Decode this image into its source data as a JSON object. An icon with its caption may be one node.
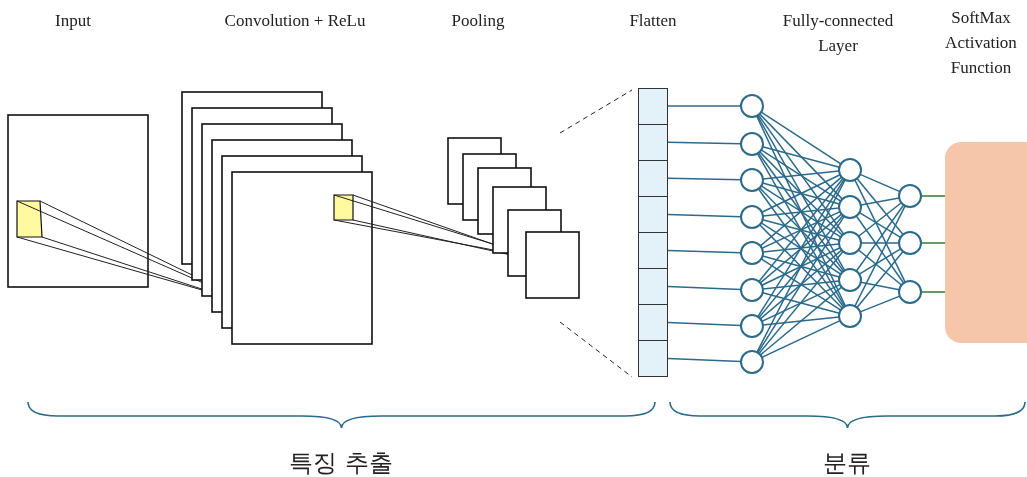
{
  "diagram": {
    "nodes": [
      {
        "text": [],
        "shape": "box"
      },
      {
        "text": [],
        "shape": "box"
      },
      {
        "text": [],
        "shape": "box"
      },
      {
        "text": [],
        "shape": "box"
      },
      {
        "text": [],
        "shape": "box"
      },
      {
        "text": [],
        "shape": "box"
      },
      {
        "text": [],
        "shape": "box"
      },
      {
        "text": [],
        "shape": "box"
      },
      {
        "text": [],
        "shape": "circle"
      },
      {
        "text": [],
        "shape": "circle"
      },
      {
        "text": [],
        "shape": "circle"
      },
      {
        "text": [],
        "shape": "circle"
      },
      {
        "text": [],
        "shape": "circle"
      },
      {
        "text": [],
        "shape": "circle"
      },
      {
        "text": [],
        "shape": "circle"
      },
      {
        "text": [],
        "shape": "circle"
      },
      {
        "text": [],
        "shape": "circle"
      },
      {
        "text": [],
        "shape": "circle"
      },
      {
        "text": [],
        "shape": "circle"
      },
      {
        "text": [],
        "shape": "circle"
      },
      {
        "text": [],
        "shape": "circle"
      },
      {
        "text": [],
        "shape": "circle"
      },
      {
        "text": [],
        "shape": "circle"
      },
      {
        "text": [],
        "shape": "circle"
      },
      {
        "text": [
          "SoftMax Activation Function"
        ]
      }
    ],
    "edges": [
      {
        "from": 0,
        "to": 8,
        "arrow": "none"
      },
      {
        "from": 1,
        "to": 9,
        "arrow": "none"
      },
      {
        "from": 2,
        "to": 10,
        "arrow": "none"
      },
      {
        "from": 3,
        "to": 11,
        "arrow": "none"
      },
      {
        "from": 4,
        "to": 12,
        "arrow": "none"
      },
      {
        "from": 5,
        "to": 13,
        "arrow": "none"
      },
      {
        "from": 6,
        "to": 14,
        "arrow": "none"
      },
      {
        "from": 7,
        "to": 15,
        "arrow": "none"
      },
      {
        "from": 8,
        "to": 16,
        "arrow": "none"
      },
      {
        "from": 8,
        "to": 17,
        "arrow": "none"
      },
      {
        "from": 8,
        "to": 18,
        "arrow": "none"
      },
      {
        "from": 8,
        "to": 19,
        "arrow": "none"
      },
      {
        "from": 8,
        "to": 20,
        "arrow": "none"
      },
      {
        "from": 9,
        "to": 16,
        "arrow": "none"
      },
      {
        "from": 9,
        "to": 17,
        "arrow": "none"
      },
      {
        "from": 9,
        "to": 18,
        "arrow": "none"
      },
      {
        "from": 9,
        "to": 19,
        "arrow": "none"
      },
      {
        "from": 9,
        "to": 20,
        "arrow": "none"
      },
      {
        "from": 10,
        "to": 16,
        "arrow": "none"
      },
      {
        "from": 10,
        "to": 17,
        "arrow": "none"
      },
      {
        "from": 10,
        "to": 18,
        "arrow": "none"
      },
      {
        "from": 10,
        "to": 19,
        "arrow": "none"
      },
      {
        "from": 10,
        "to": 20,
        "arrow": "none"
      },
      {
        "from": 11,
        "to": 16,
        "arrow": "none"
      },
      {
        "from": 11,
        "to": 17,
        "arrow": "none"
      },
      {
        "from": 11,
        "to": 18,
        "arrow": "none"
      },
      {
        "from": 11,
        "to": 19,
        "arrow": "none"
      },
      {
        "from": 11,
        "to": 20,
        "arrow": "none"
      },
      {
        "from": 12,
        "to": 16,
        "arrow": "none"
      },
      {
        "from": 12,
        "to": 17,
        "arrow": "none"
      },
      {
        "from": 12,
        "to": 18,
        "arrow": "none"
      },
      {
        "from": 12,
        "to": 19,
        "arrow": "none"
      },
      {
        "from": 12,
        "to": 20,
        "arrow": "none"
      },
      {
        "from": 13,
        "to": 16,
        "arrow": "none"
      },
      {
        "from": 13,
        "to": 17,
        "arrow": "none"
      },
      {
        "from": 13,
        "to": 18,
        "arrow": "none"
      },
      {
        "from": 13,
        "to": 19,
        "arrow": "none"
      },
      {
        "from": 13,
        "to": 20,
        "arrow": "none"
      },
      {
        "from": 14,
        "to": 16,
        "arrow": "none"
      },
      {
        "from": 14,
        "to": 17,
        "arrow": "none"
      },
      {
        "from": 14,
        "to": 18,
        "arrow": "none"
      },
      {
        "from": 14,
        "to": 19,
        "arrow": "none"
      },
      {
        "from": 14,
        "to": 20,
        "arrow": "none"
      },
      {
        "from": 15,
        "to": 16,
        "arrow": "none"
      },
      {
        "from": 15,
        "to": 17,
        "arrow": "none"
      },
      {
        "from": 15,
        "to": 18,
        "arrow": "none"
      },
      {
        "from": 15,
        "to": 19,
        "arrow": "none"
      },
      {
        "from": 15,
        "to": 20,
        "arrow": "none"
      },
      {
        "from": 16,
        "to": 21,
        "arrow": "none"
      },
      {
        "from": 16,
        "to": 22,
        "arrow": "none"
      },
      {
        "from": 16,
        "to": 23,
        "arrow": "none"
      },
      {
        "from": 17,
        "to": 21,
        "arrow": "none"
      },
      {
        "from": 17,
        "to": 22,
        "arrow": "none"
      },
      {
        "from": 17,
        "to": 23,
        "arrow": "none"
      },
      {
        "from": 18,
        "to": 21,
        "arrow": "none"
      },
      {
        "from": 18,
        "to": 22,
        "arrow": "none"
      },
      {
        "from": 18,
        "to": 23,
        "arrow": "none"
      },
      {
        "from": 19,
        "to": 21,
        "arrow": "none"
      },
      {
        "from": 19,
        "to": 22,
        "arrow": "none"
      },
      {
        "from": 19,
        "to": 23,
        "arrow": "none"
      },
      {
        "from": 20,
        "to": 21,
        "arrow": "none"
      },
      {
        "from": 20,
        "to": 22,
        "arrow": "none"
      },
      {
        "from": 20,
        "to": 23,
        "arrow": "none"
      },
      {
        "from": 21,
        "to": 24,
        "arrow": "none",
        "color": "#2e7d32"
      },
      {
        "from": 22,
        "to": 24,
        "arrow": "none",
        "color": "#2e7d32"
      },
      {
        "from": 23,
        "to": 24,
        "arrow": "none",
        "color": "#2e7d32"
      }
    ],
    "labels": [
      "Input",
      "Convolution + ReLu",
      "Pooling",
      "Flatten",
      "Fully-connected Layer",
      "특징 추출",
      "분류"
    ]
  }
}
